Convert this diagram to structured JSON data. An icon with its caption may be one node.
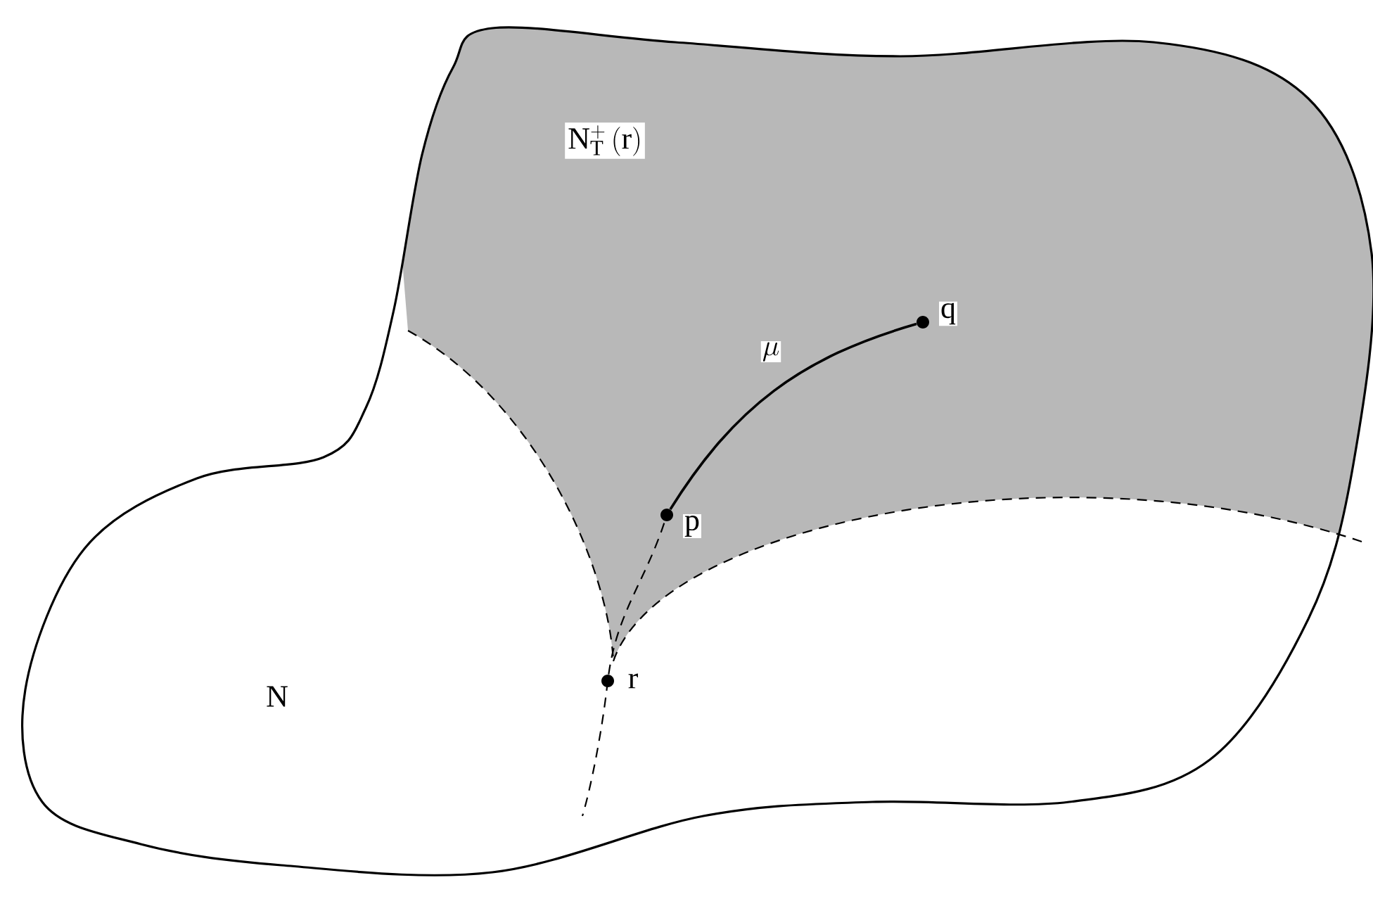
{
  "diagram": {
    "nodes": [
      {
        "text": [
          "N"
        ]
      },
      {
        "text": [
          "\\mathrm{N}_{\\mathrm{T}}^{+}\\,(\\mathrm{r})"
        ]
      },
      {
        "text": [],
        "shape": "circle",
        "beside": [
          "p"
        ]
      },
      {
        "text": [],
        "shape": "circle",
        "beside": [
          "q"
        ]
      },
      {
        "text": [],
        "shape": "circle",
        "beside": [
          "r"
        ]
      }
    ],
    "edges": [
      {
        "from": 2,
        "to": 3,
        "arrow": "none",
        "label": "\\mu"
      },
      {
        "from": 4,
        "to": 2,
        "arrow": "none",
        "style": "dashed"
      }
    ]
  }
}
